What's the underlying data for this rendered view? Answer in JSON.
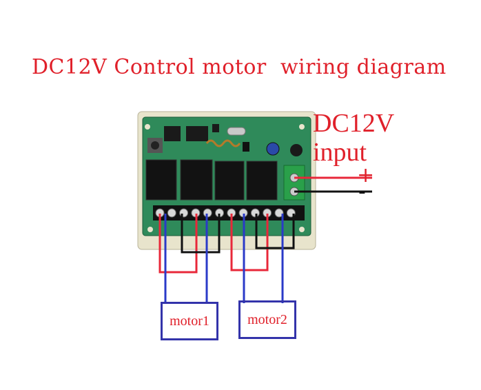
{
  "title": "DC12V Control motor  wiring diagram",
  "power_input": {
    "line1": "DC12V",
    "line2": "input",
    "plus": "+",
    "minus": "-"
  },
  "motors": [
    {
      "label": "motor1"
    },
    {
      "label": "motor2"
    }
  ],
  "colors": {
    "text_red": "#e0202a",
    "wire_red": "#e8283a",
    "wire_black": "#111111",
    "wire_blue": "#2a3ac8",
    "box_blue": "#3333aa",
    "pcb_green": "#2f8a5a"
  }
}
